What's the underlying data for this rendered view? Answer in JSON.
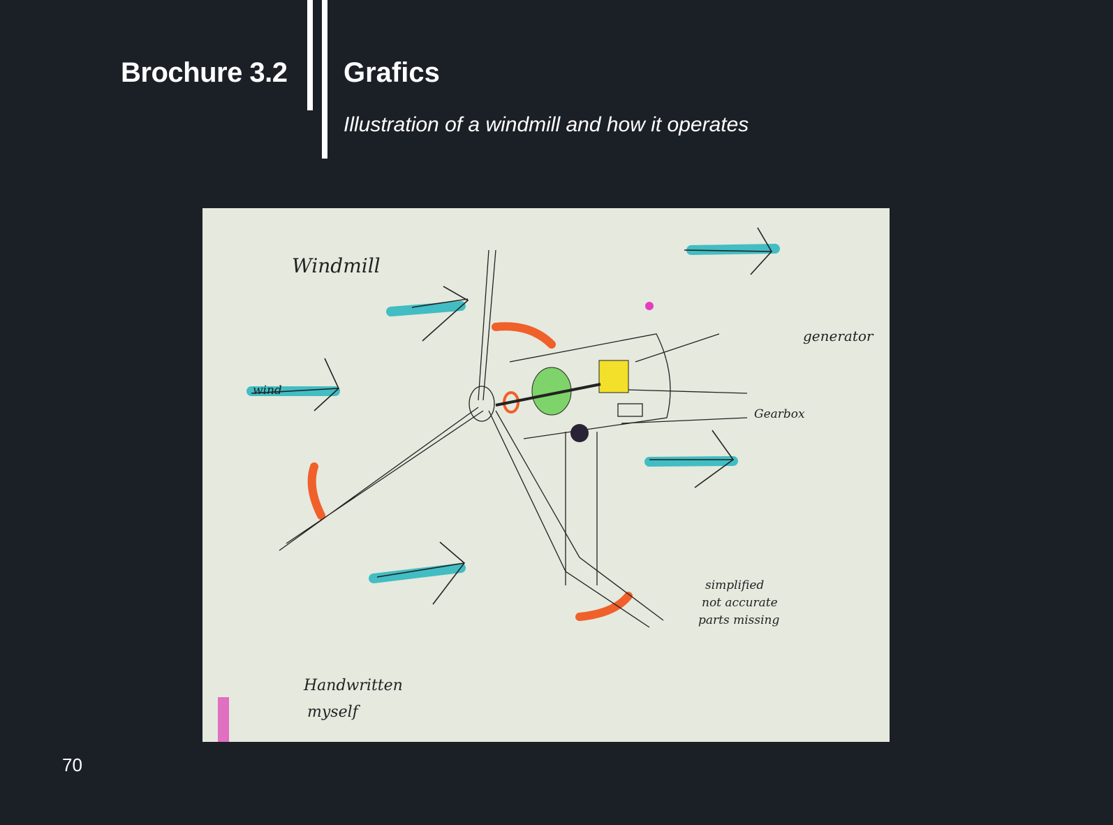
{
  "header": {
    "section": "Brochure 3.2",
    "title": "Grafics",
    "subtitle": "Illustration of a windmill and how it operates"
  },
  "page_number": "70",
  "sketch": {
    "labels": {
      "heading": "Windmill",
      "wind": "wind",
      "generator": "generator",
      "gearbox": "Gearbox",
      "note_line1": "simplified",
      "note_line2": "not accurate",
      "note_line3": "parts missing",
      "credit_line1": "Handwritten",
      "credit_line2": "myself"
    },
    "colors": {
      "wind_arrow": "#2fb8c0",
      "rotation_arrow": "#f0602a",
      "generator": "#7ed36a",
      "gearbox": "#f2e02a",
      "paper": "#e6e9de"
    }
  }
}
